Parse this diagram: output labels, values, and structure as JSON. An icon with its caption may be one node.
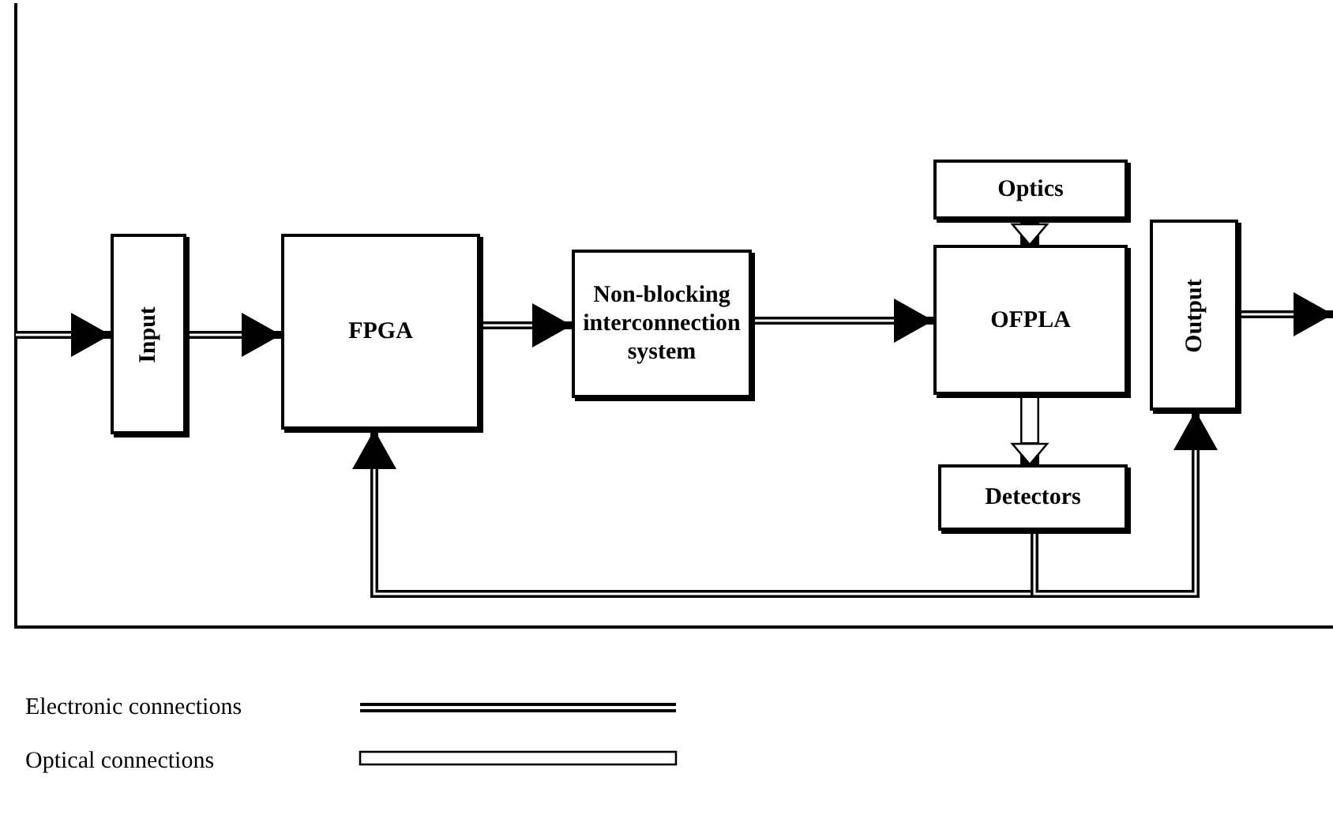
{
  "diagram": {
    "nodes": [
      {
        "text": [
          "Input"
        ]
      },
      {
        "text": [
          "FPGA"
        ]
      },
      {
        "text": [
          "Non-blocking interconnection system"
        ]
      },
      {
        "text": [
          "Optics"
        ]
      },
      {
        "text": [
          "OFPLA"
        ]
      },
      {
        "text": [
          "Detectors"
        ]
      },
      {
        "text": [
          "Output"
        ]
      }
    ],
    "edges": [
      {
        "from": null,
        "to": 0,
        "arrow": "to"
      },
      {
        "from": 0,
        "to": 1,
        "arrow": "to"
      },
      {
        "from": 1,
        "to": 2,
        "arrow": "to"
      },
      {
        "from": 2,
        "to": 4,
        "arrow": "to"
      },
      {
        "from": 6,
        "to": null,
        "arrow": "to"
      },
      {
        "from": 3,
        "to": 4,
        "arrow": "to",
        "style": "thick"
      },
      {
        "from": 4,
        "to": 5,
        "arrow": "to",
        "style": "thick"
      },
      {
        "from": 5,
        "to": 1,
        "arrow": "to"
      },
      {
        "from": 5,
        "to": 6,
        "arrow": "to"
      }
    ],
    "legend": [
      {
        "text": "Electronic connections"
      },
      {
        "text": "Optical connections"
      }
    ]
  }
}
